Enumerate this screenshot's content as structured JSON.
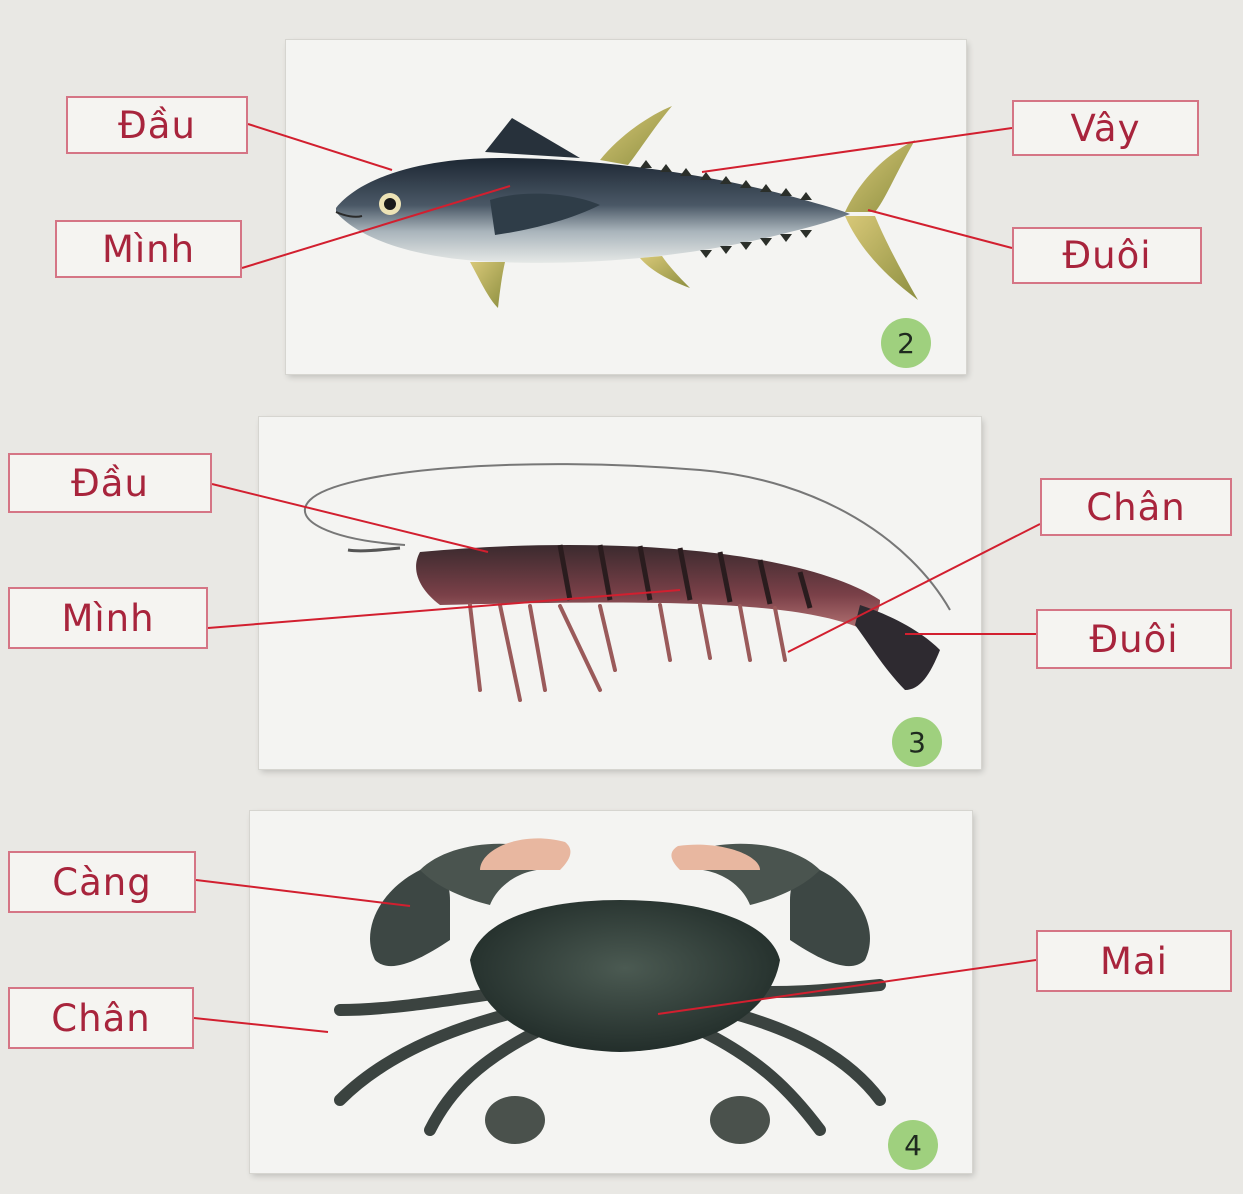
{
  "fish": {
    "number": "2",
    "labels": {
      "head": "Đầu",
      "fin": "Vây",
      "body": "Mình",
      "tail": "Đuôi"
    }
  },
  "shrimp": {
    "number": "3",
    "labels": {
      "head": "Đầu",
      "legs": "Chân",
      "body": "Mình",
      "tail": "Đuôi"
    }
  },
  "crab": {
    "number": "4",
    "labels": {
      "claws": "Càng",
      "shell": "Mai",
      "legs": "Chân"
    }
  },
  "colors": {
    "label_text": "#a8243c",
    "label_border": "#d57585",
    "pointer_line": "#d21f2f",
    "badge": "#9fd07e"
  }
}
